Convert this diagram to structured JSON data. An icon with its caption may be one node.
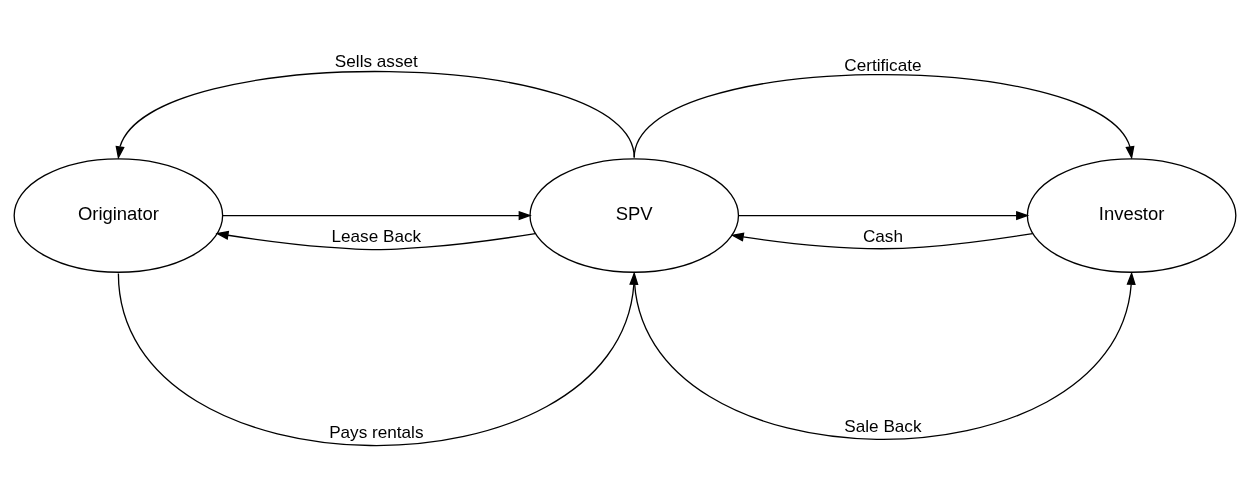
{
  "diagram": {
    "nodes": [
      {
        "text": [
          "Originator"
        ]
      },
      {
        "text": [
          "SPV"
        ]
      },
      {
        "text": [
          "Investor"
        ]
      }
    ],
    "edges": [
      {
        "from": 1,
        "to": 0,
        "arrow": "to",
        "label": "Sells asset"
      },
      {
        "from": 0,
        "to": 1,
        "arrow": "to"
      },
      {
        "from": 1,
        "to": 0,
        "arrow": "to",
        "label": "Lease Back"
      },
      {
        "from": 0,
        "to": 1,
        "arrow": "to",
        "label": "Pays rentals"
      },
      {
        "from": 1,
        "to": 2,
        "arrow": "to",
        "label": "Certificate"
      },
      {
        "from": 1,
        "to": 2,
        "arrow": "to"
      },
      {
        "from": 2,
        "to": 1,
        "arrow": "to",
        "label": "Cash"
      },
      {
        "from": 1,
        "to": 2,
        "arrow": "to",
        "label": "Sale Back"
      }
    ]
  }
}
